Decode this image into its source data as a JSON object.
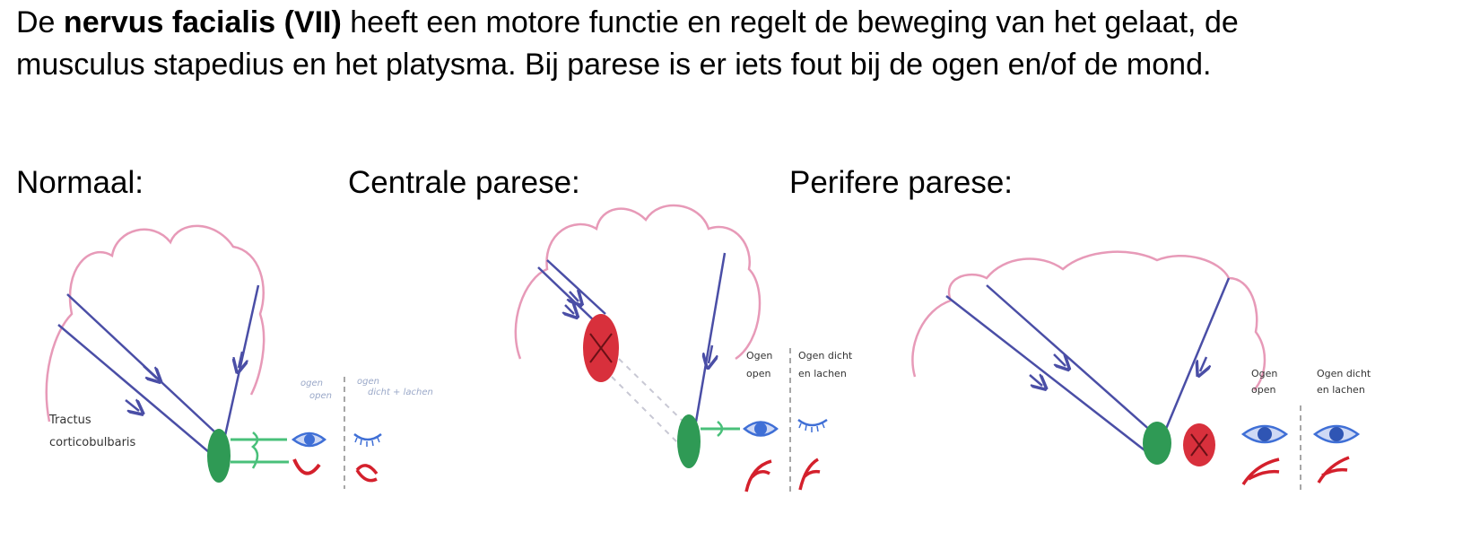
{
  "intro": {
    "prefix": "De ",
    "bold": "nervus facialis (VII)",
    "line1_rest": " heeft een motore functie en regelt de beweging van het gelaat, de",
    "line2": "musculus stapedius en het platysma. Bij parese is er iets fout bij de ogen en/of de mond."
  },
  "panels": {
    "normal": {
      "heading": "Normaal:",
      "tract_label_1": "Tractus",
      "tract_label_2": "corticobulbaris",
      "col1_label_1": "ogen",
      "col1_label_2": "open",
      "col2_label_1": "ogen",
      "col2_label_2": "dicht + lachen"
    },
    "central": {
      "heading": "Centrale parese:",
      "col1_label_1": "Ogen",
      "col1_label_2": "open",
      "col2_label_1": "Ogen dicht",
      "col2_label_2": "en lachen"
    },
    "peripheral": {
      "heading": "Perifere parese:",
      "col1_label_1": "Ogen",
      "col1_label_2": "open",
      "col2_label_1": "Ogen dicht",
      "col2_label_2": "en lachen"
    }
  },
  "colors": {
    "brain_outline": "#e79ab8",
    "tract": "#4a4ea6",
    "nucleus": "#2f9a55",
    "nerve": "#49c07a",
    "lesion": "#d8303c",
    "eye": "#3f6fd6",
    "mouth": "#d4202c",
    "divider": "#8a8a8a"
  }
}
